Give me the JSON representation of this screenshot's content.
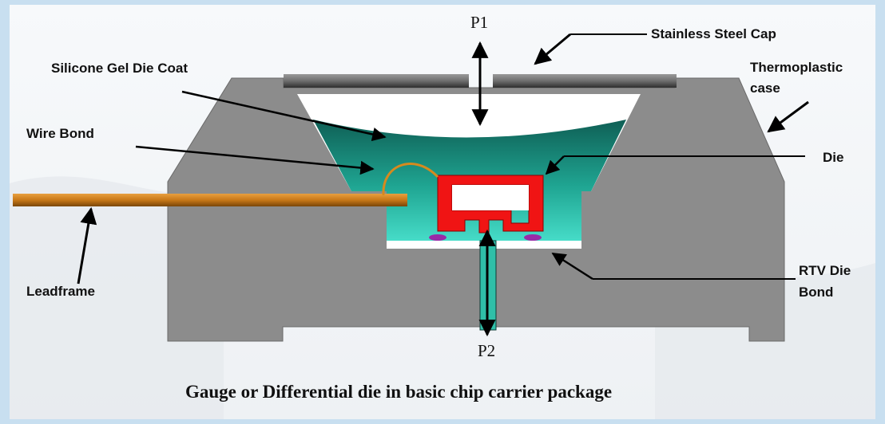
{
  "labels": {
    "p1": "P1",
    "p2": "P2",
    "stainless_steel_cap": "Stainless Steel Cap",
    "silicone_gel_die_coat": "Silicone Gel Die Coat",
    "thermoplastic_case_line1": "Thermoplastic",
    "thermoplastic_case_line2": "case",
    "wire_bond": "Wire Bond",
    "die": "Die",
    "leadframe": "Leadframe",
    "rtv_die_bond_line1": "RTV Die",
    "rtv_die_bond_line2": "Bond"
  },
  "caption": "Gauge or Differential die in basic chip carrier package",
  "colors": {
    "case_gray": "#8c8c8c",
    "gel_teal_dark": "#0f5f55",
    "gel_teal_light": "#46dcc8",
    "die_red": "#f01414",
    "lead_copper": "#c87818",
    "rtv_purple": "#9a2aa8",
    "cap_steel": "#6e6e6e",
    "frame_border": "#c8dff0"
  }
}
